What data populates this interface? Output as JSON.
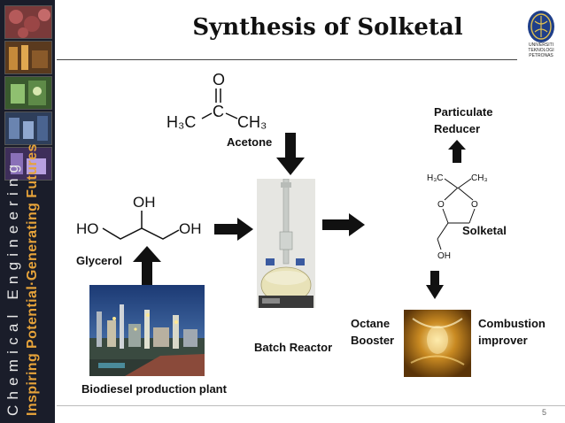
{
  "title": "Synthesis of Solketal",
  "page_number": "5",
  "sidebar": {
    "department": "Chemical Engineering",
    "tagline": "Inspiring Potential·Generating Futures"
  },
  "logo": {
    "lines": [
      "UNIVERSITI",
      "TEKNOLOGI",
      "PETRONAS"
    ]
  },
  "acetone": {
    "o": "O",
    "c": "C",
    "left": "H₃C",
    "right": "CH₃",
    "label": "Acetone"
  },
  "glycerol": {
    "oh_top": "OH",
    "ho_left": "HO",
    "oh_right": "OH",
    "label": "Glycerol"
  },
  "solketal": {
    "ch3_left": "H₃C",
    "ch3_right": "CH₃",
    "o_left": "O",
    "o_right": "O",
    "oh": "OH",
    "label": "Solketal"
  },
  "labels": {
    "batch_reactor": "Batch Reactor",
    "biodiesel_plant": "Biodiesel production plant",
    "particulate_line1": "Particulate",
    "particulate_line2": "Reducer",
    "octane_line1": "Octane",
    "octane_line2": "Booster",
    "combustion_line1": "Combustion",
    "combustion_line2": "improver"
  },
  "colors": {
    "sidebar_bg": "#1a1d2a",
    "tagline": "#e6a33a",
    "arrow": "#111111"
  }
}
